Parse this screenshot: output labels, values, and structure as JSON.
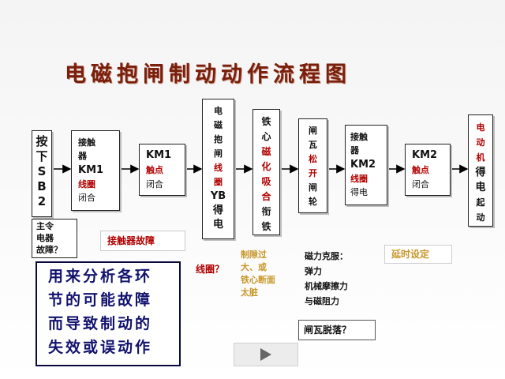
{
  "title": "电磁抱闸制动动作流程图",
  "flow": {
    "sb2": [
      "按",
      "下",
      "S",
      "B",
      "2"
    ],
    "km1_coil": {
      "l1": "接触",
      "l2": "器",
      "l3": "KM1",
      "l4": "线圈",
      "l5": "闭合"
    },
    "km1_contact": {
      "l1": "KM1",
      "l2": "触点",
      "l3": "闭合"
    },
    "yb_coil": [
      "电",
      "磁",
      "抱",
      "闸",
      "线",
      "圈",
      "YB",
      "得",
      "电"
    ],
    "iron": [
      "铁",
      "心",
      "磁",
      "化",
      "吸",
      "合",
      "衔",
      "铁"
    ],
    "shoe": [
      "闸",
      "瓦",
      "松",
      "开",
      "闸",
      "轮"
    ],
    "km2_coil": {
      "l1": "接触",
      "l2": "器",
      "l3": "KM2",
      "l4": "线圈",
      "l5": "得电"
    },
    "km2_contact": {
      "l1": "KM2",
      "l2": "触点",
      "l3": "闭合"
    },
    "motor": [
      "电",
      "动",
      "机",
      "得",
      "电",
      "起",
      "动"
    ]
  },
  "faults": {
    "main_switch": {
      "l1": "主令",
      "l2": "电器",
      "l3": "故障？"
    },
    "contactor": "接触器故障",
    "coil": "线圈？",
    "air_gap": {
      "l1": "制隙过",
      "l2": "大、或",
      "l3": "铁心断面",
      "l4": "太脏"
    },
    "magnetic": {
      "l1": "磁力克服：",
      "l2": "弹力",
      "l3": "机械摩擦力",
      "l4": "与磁阻力"
    },
    "delay": "延时设定",
    "shoe_drop": "闸瓦脱落？"
  },
  "analysis": [
    "用来分析各环",
    "节的可能故障",
    "而导致制动的",
    "失效或误动作"
  ],
  "colors": {
    "title": "#7a1f0c",
    "highlight": "#b00000",
    "analysis_text": "#12126e",
    "note": "#c8962a"
  }
}
